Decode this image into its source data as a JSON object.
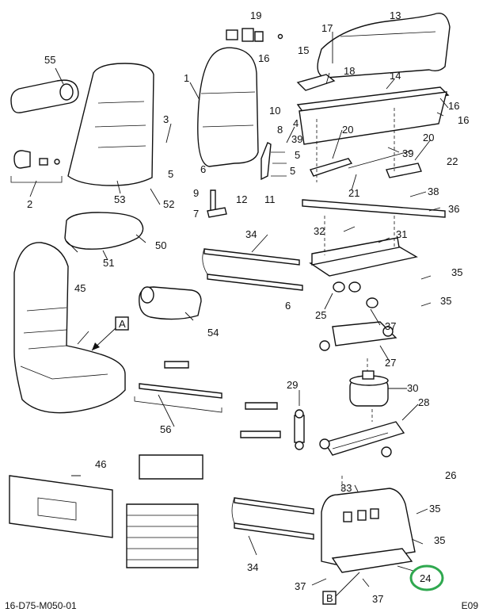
{
  "diagram": {
    "drawing_number": "16-D75-M050-01",
    "sheet_code": "E09",
    "highlighted_callout": "24",
    "highlight_color": "#2fa84f",
    "view_labels": [
      "A",
      "B"
    ],
    "callouts": [
      "1",
      "2",
      "3",
      "4",
      "5",
      "5",
      "5",
      "6",
      "6",
      "7",
      "8",
      "9",
      "10",
      "11",
      "12",
      "13",
      "14",
      "15",
      "16",
      "16",
      "16",
      "17",
      "18",
      "19",
      "20",
      "20",
      "21",
      "22",
      "24",
      "25",
      "26",
      "27",
      "28",
      "29",
      "30",
      "31",
      "32",
      "33",
      "34",
      "34",
      "35",
      "35",
      "35",
      "35",
      "36",
      "37",
      "37",
      "37",
      "38",
      "39",
      "39",
      "45",
      "46",
      "50",
      "51",
      "52",
      "53",
      "54",
      "55",
      "56"
    ]
  }
}
